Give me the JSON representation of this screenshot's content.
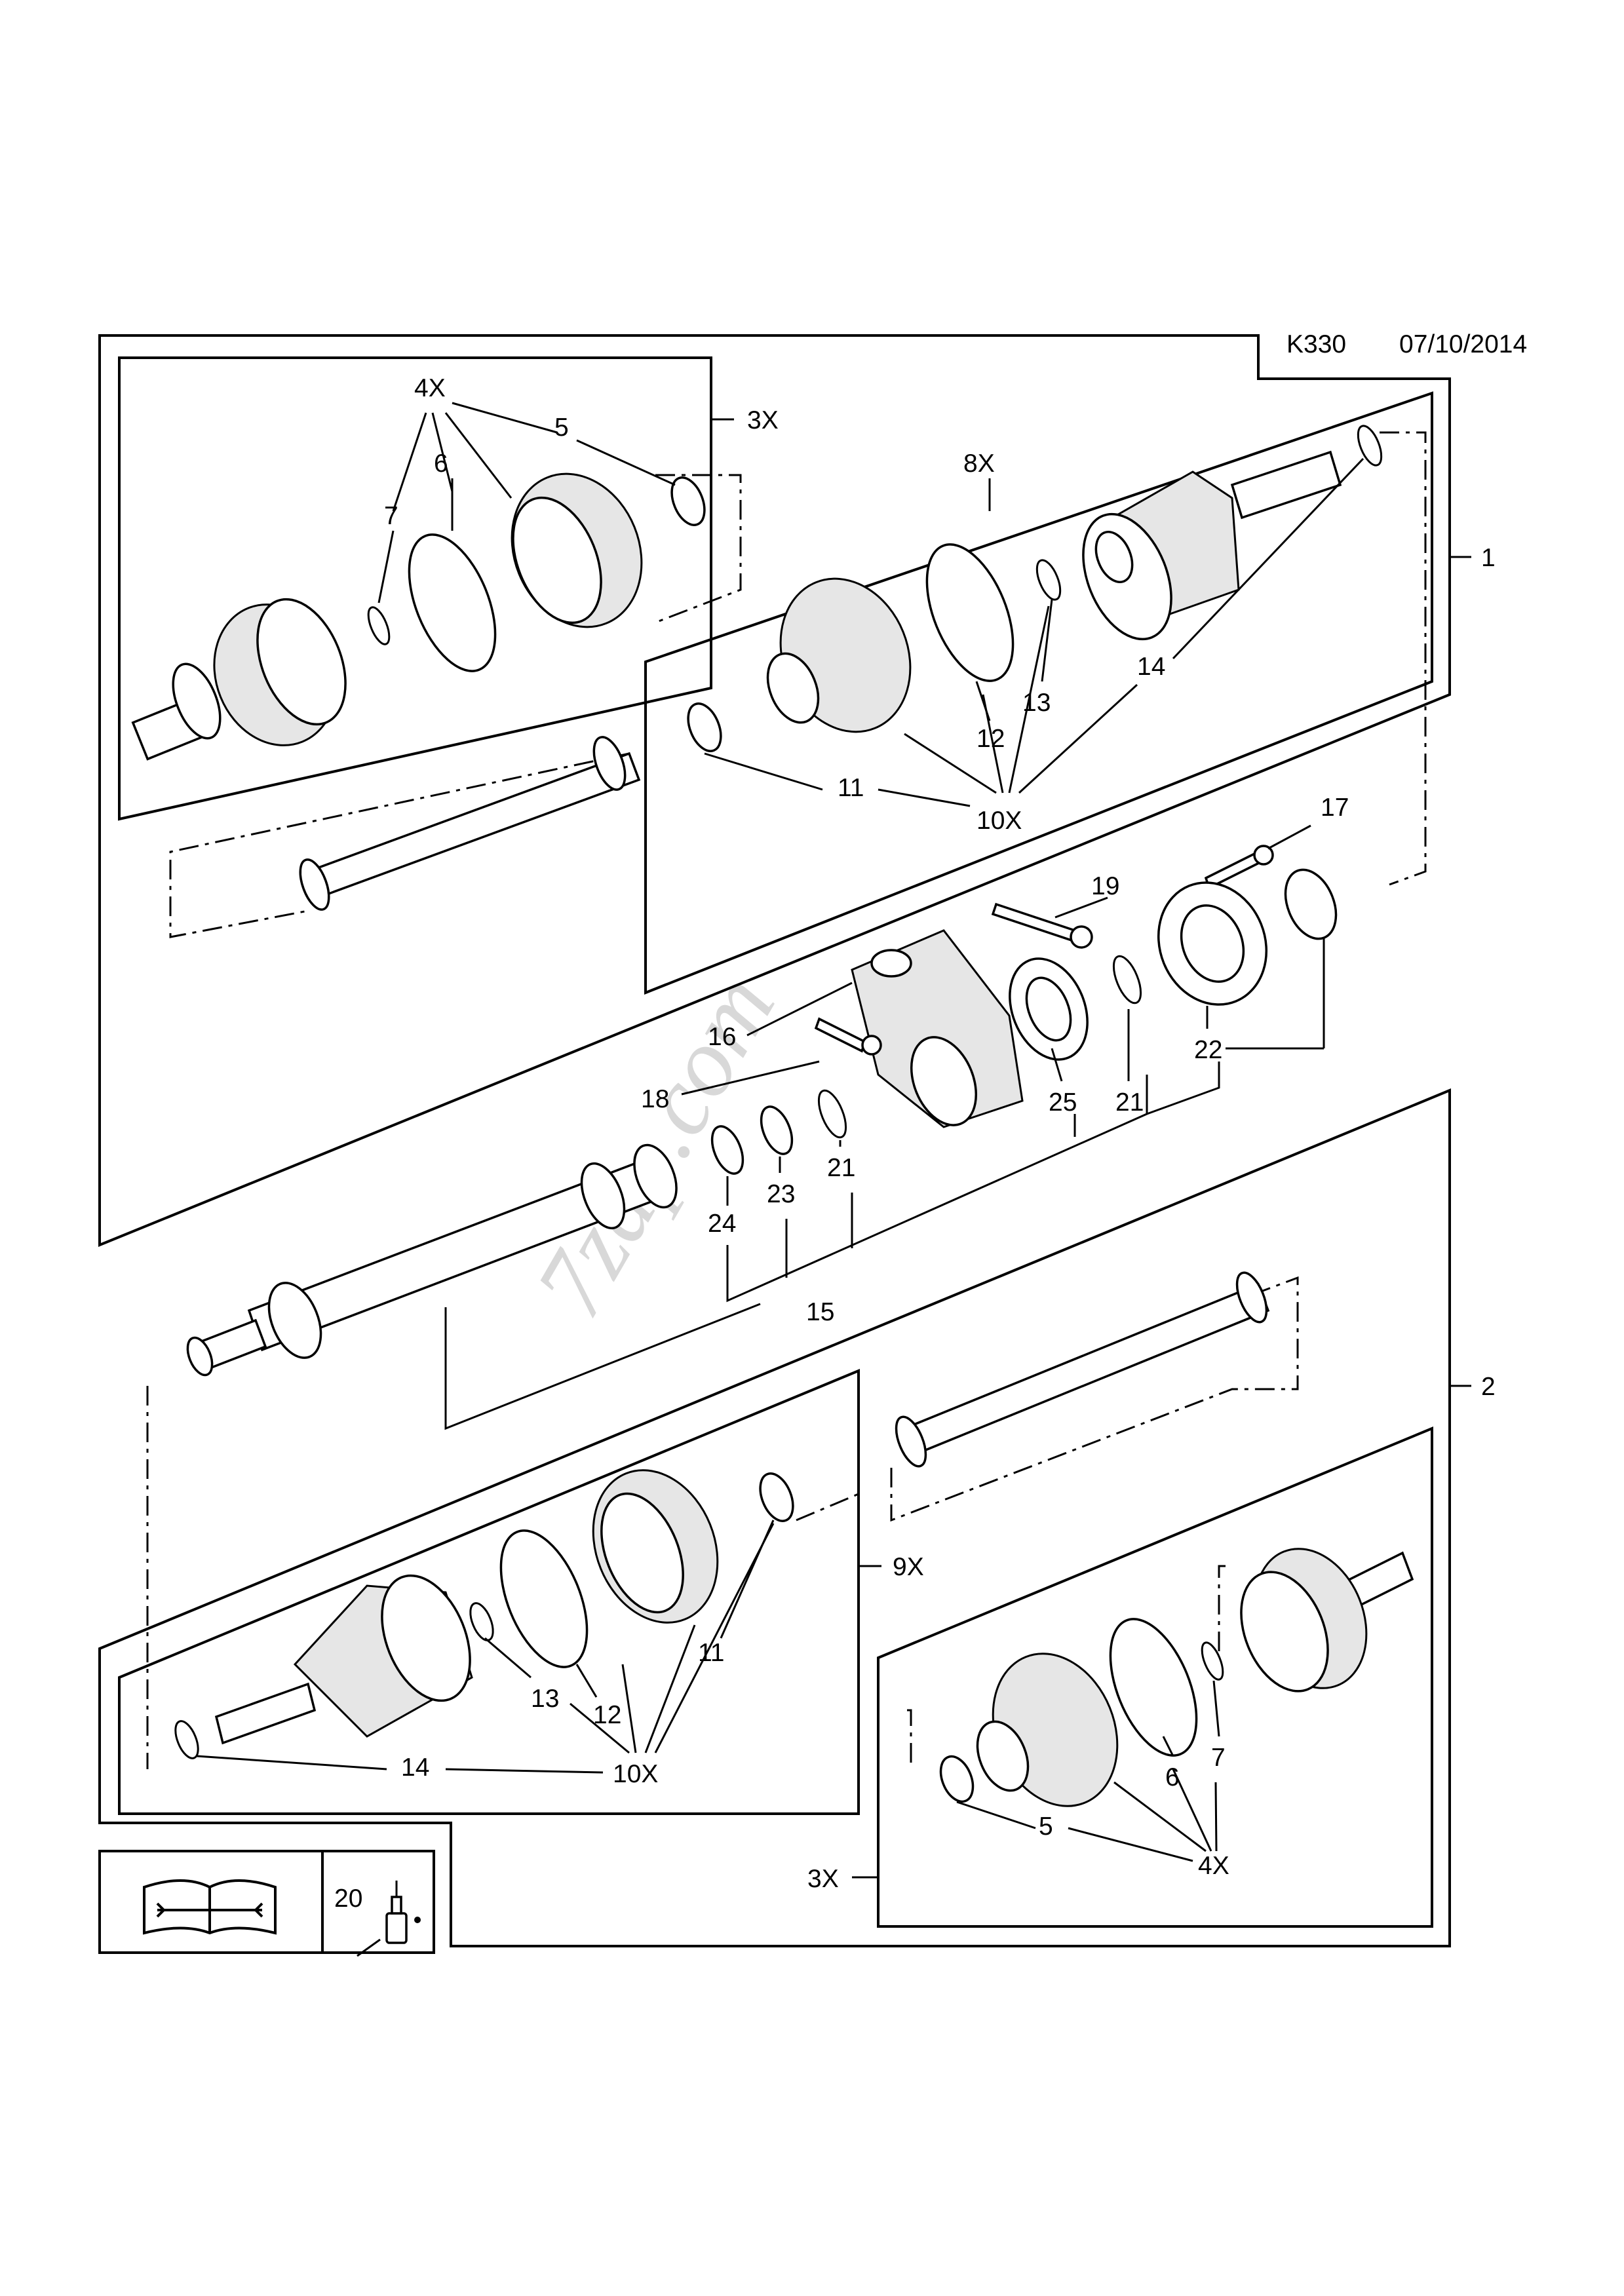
{
  "header": {
    "code": "K330",
    "date": "07/10/2014"
  },
  "watermark": "7zap.com",
  "group_labels": {
    "shaft_1": "1",
    "shaft_2": "2"
  },
  "callouts": {
    "top_left_box": {
      "kit": "3X",
      "c4x": "4X",
      "c5": "5",
      "c6": "6",
      "c7": "7"
    },
    "top_right_box": {
      "kit": "8X",
      "c14": "14",
      "c13": "13",
      "c12": "12",
      "c11": "11",
      "c10x": "10X"
    },
    "middle": {
      "c17": "17",
      "c19": "19",
      "c16": "16",
      "c18": "18",
      "c25": "25",
      "c21a": "21",
      "c22": "22",
      "c23": "23",
      "c21b": "21",
      "c24": "24",
      "c15": "15"
    },
    "bottom_left_box": {
      "kit": "9X",
      "c11": "11",
      "c13": "13",
      "c12": "12",
      "c14": "14",
      "c10x": "10X"
    },
    "bottom_right_box": {
      "kit": "3X",
      "c6": "6",
      "c7": "7",
      "c5": "5",
      "c4x": "4X"
    }
  },
  "legend": {
    "item": "20",
    "icons": [
      "manual-wrench-icon",
      "lubricant-bottle-icon"
    ]
  }
}
